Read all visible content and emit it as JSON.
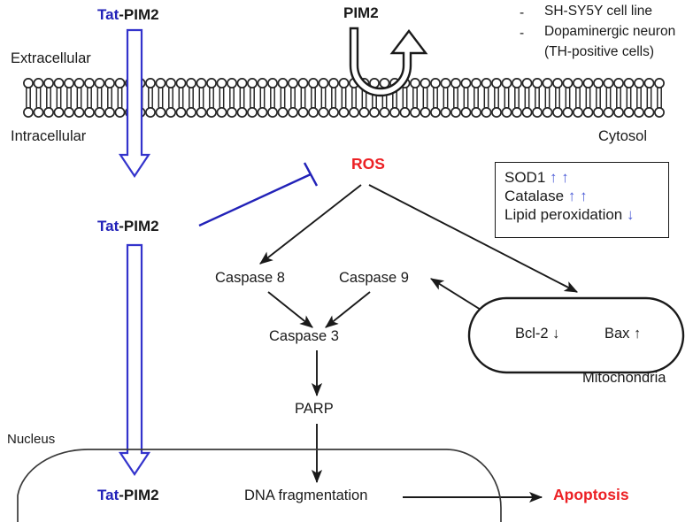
{
  "diagram": {
    "title_nodes": {
      "tat_pim2_top": {
        "blue": "Tat",
        "black": "-PIM2"
      },
      "pim2_top": "PIM2",
      "tat_pim2_mid": {
        "blue": "Tat",
        "black": "-PIM2"
      },
      "tat_pim2_nucleus": {
        "blue": "Tat",
        "black": "-PIM2"
      }
    },
    "compartments": {
      "extracellular": "Extracellular",
      "intracellular": "Intracellular",
      "cytosol": "Cytosol",
      "nucleus": "Nucleus",
      "mitochondria": "Mitochondria"
    },
    "legend": {
      "dash": "-",
      "items": [
        "SH-SY5Y cell line",
        "Dopaminergic neuron",
        "(TH-positive cells)"
      ]
    },
    "antioxidant_box": {
      "rows": [
        {
          "label": "SOD1",
          "arrows": "↑ ↑"
        },
        {
          "label": "Catalase",
          "arrows": "↑ ↑"
        },
        {
          "label": "Lipid peroxidation",
          "arrows": "↓"
        }
      ]
    },
    "mitochondria_box": {
      "bcl2": "Bcl-2 ↓",
      "bax": "Bax ↑"
    },
    "cascade": {
      "ros": "ROS",
      "caspase8": "Caspase 8",
      "caspase9": "Caspase 9",
      "caspase3": "Caspase 3",
      "parp": "PARP",
      "dna_fragmentation": "DNA fragmentation",
      "apoptosis": "Apoptosis"
    },
    "colors": {
      "blue": "#2222b8",
      "arrow_blue": "#4a5ad6",
      "red": "#ec2024",
      "black": "#1a1a1a",
      "membrane": "#262626"
    }
  }
}
